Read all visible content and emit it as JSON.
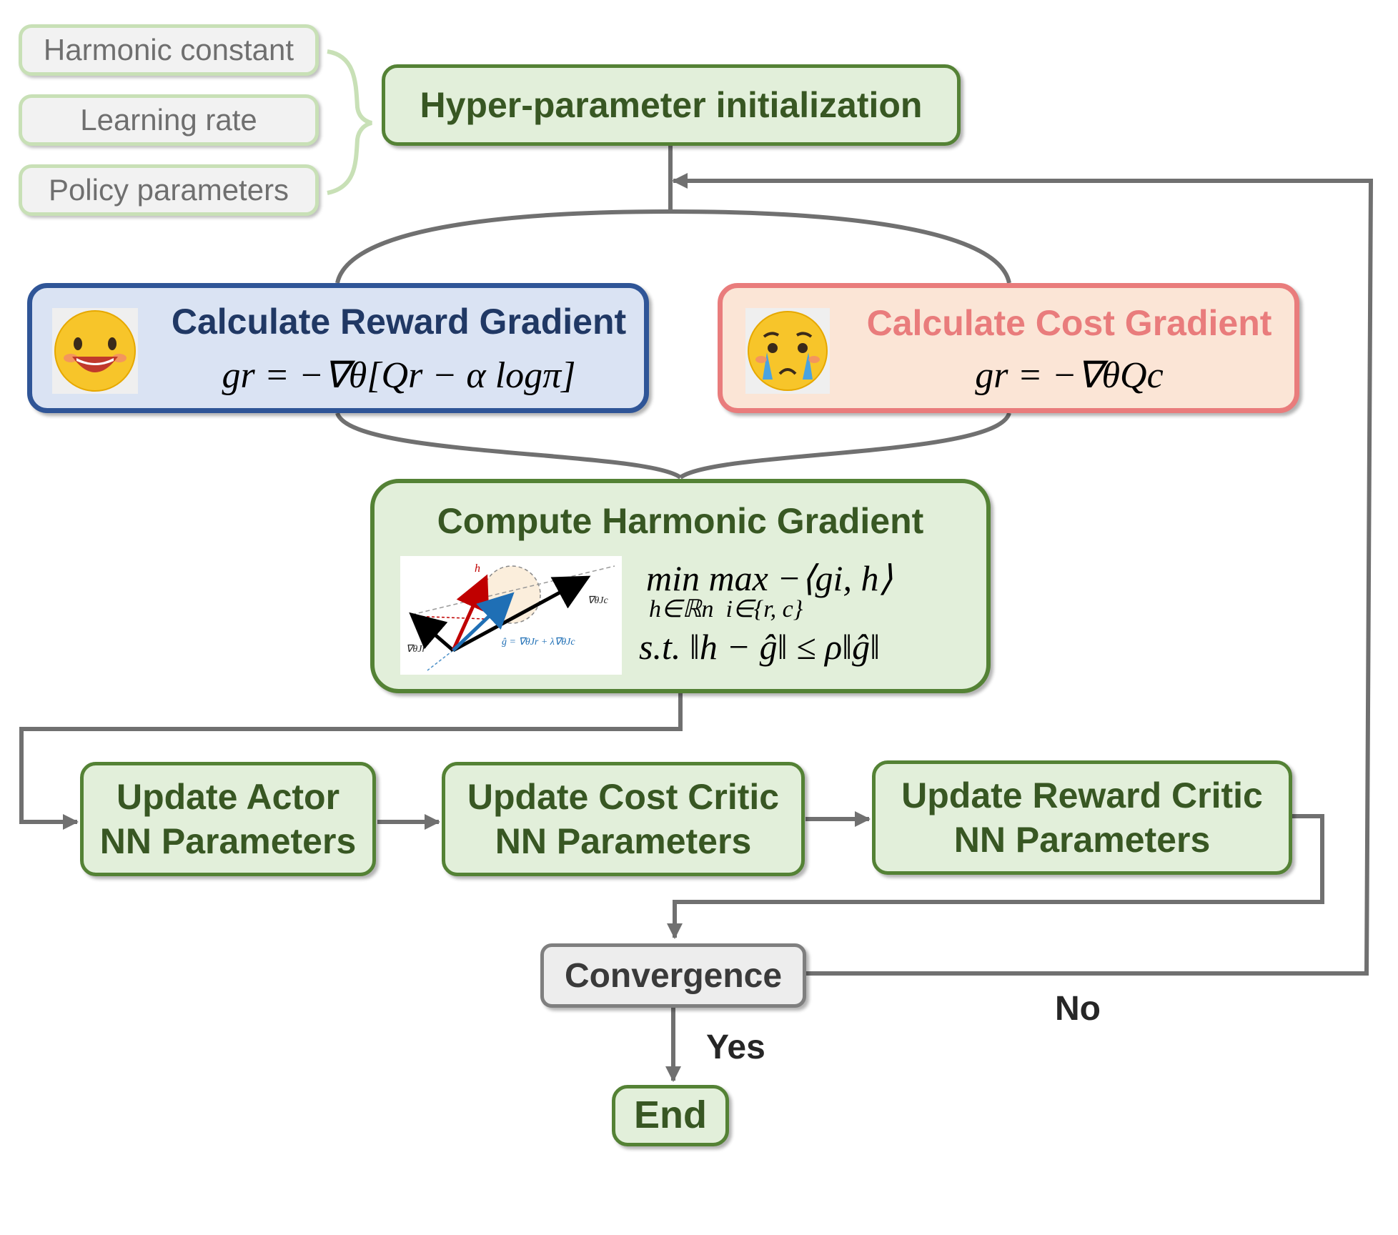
{
  "params": [
    "Harmonic constant",
    "Learning rate",
    "Policy parameters"
  ],
  "init": {
    "label": "Hyper-parameter initialization"
  },
  "reward": {
    "title": "Calculate Reward Gradient",
    "formula": "gr = −∇θ[Qr − α logπ]",
    "icon": "happy-face-icon",
    "color": "#2f5597"
  },
  "cost": {
    "title": "Calculate Cost Gradient",
    "formula": "gr = −∇θQc",
    "icon": "crying-face-icon",
    "color": "#e97c7c"
  },
  "harmonic": {
    "title": "Compute Harmonic Gradient",
    "objective": "min max −⟨gi, h⟩",
    "objective_sub": "h∈ℝn  i∈{r, c}",
    "constraint": "s.t. ‖h − ĝ‖ ≤ ρ‖ĝ‖",
    "figure": {
      "label_h": "h",
      "label_jc": "∇θJc",
      "label_jr": "∇θJr",
      "label_ghat": "ĝ = ∇θJr + λ∇θJc"
    }
  },
  "updates": {
    "actor": [
      "Update Actor",
      "NN Parameters"
    ],
    "cost_critic": [
      "Update Cost Critic",
      "NN Parameters"
    ],
    "reward_critic": [
      "Update Reward Critic",
      "NN Parameters"
    ]
  },
  "convergence": {
    "label": "Convergence",
    "yes": "Yes",
    "no": "No"
  },
  "end": {
    "label": "End"
  },
  "colors": {
    "green_border": "#548235",
    "green_fill": "#e2efda",
    "green_text": "#385723",
    "reward_text": "#203864",
    "cost_text": "#e97c7c",
    "arrow": "#707070"
  }
}
